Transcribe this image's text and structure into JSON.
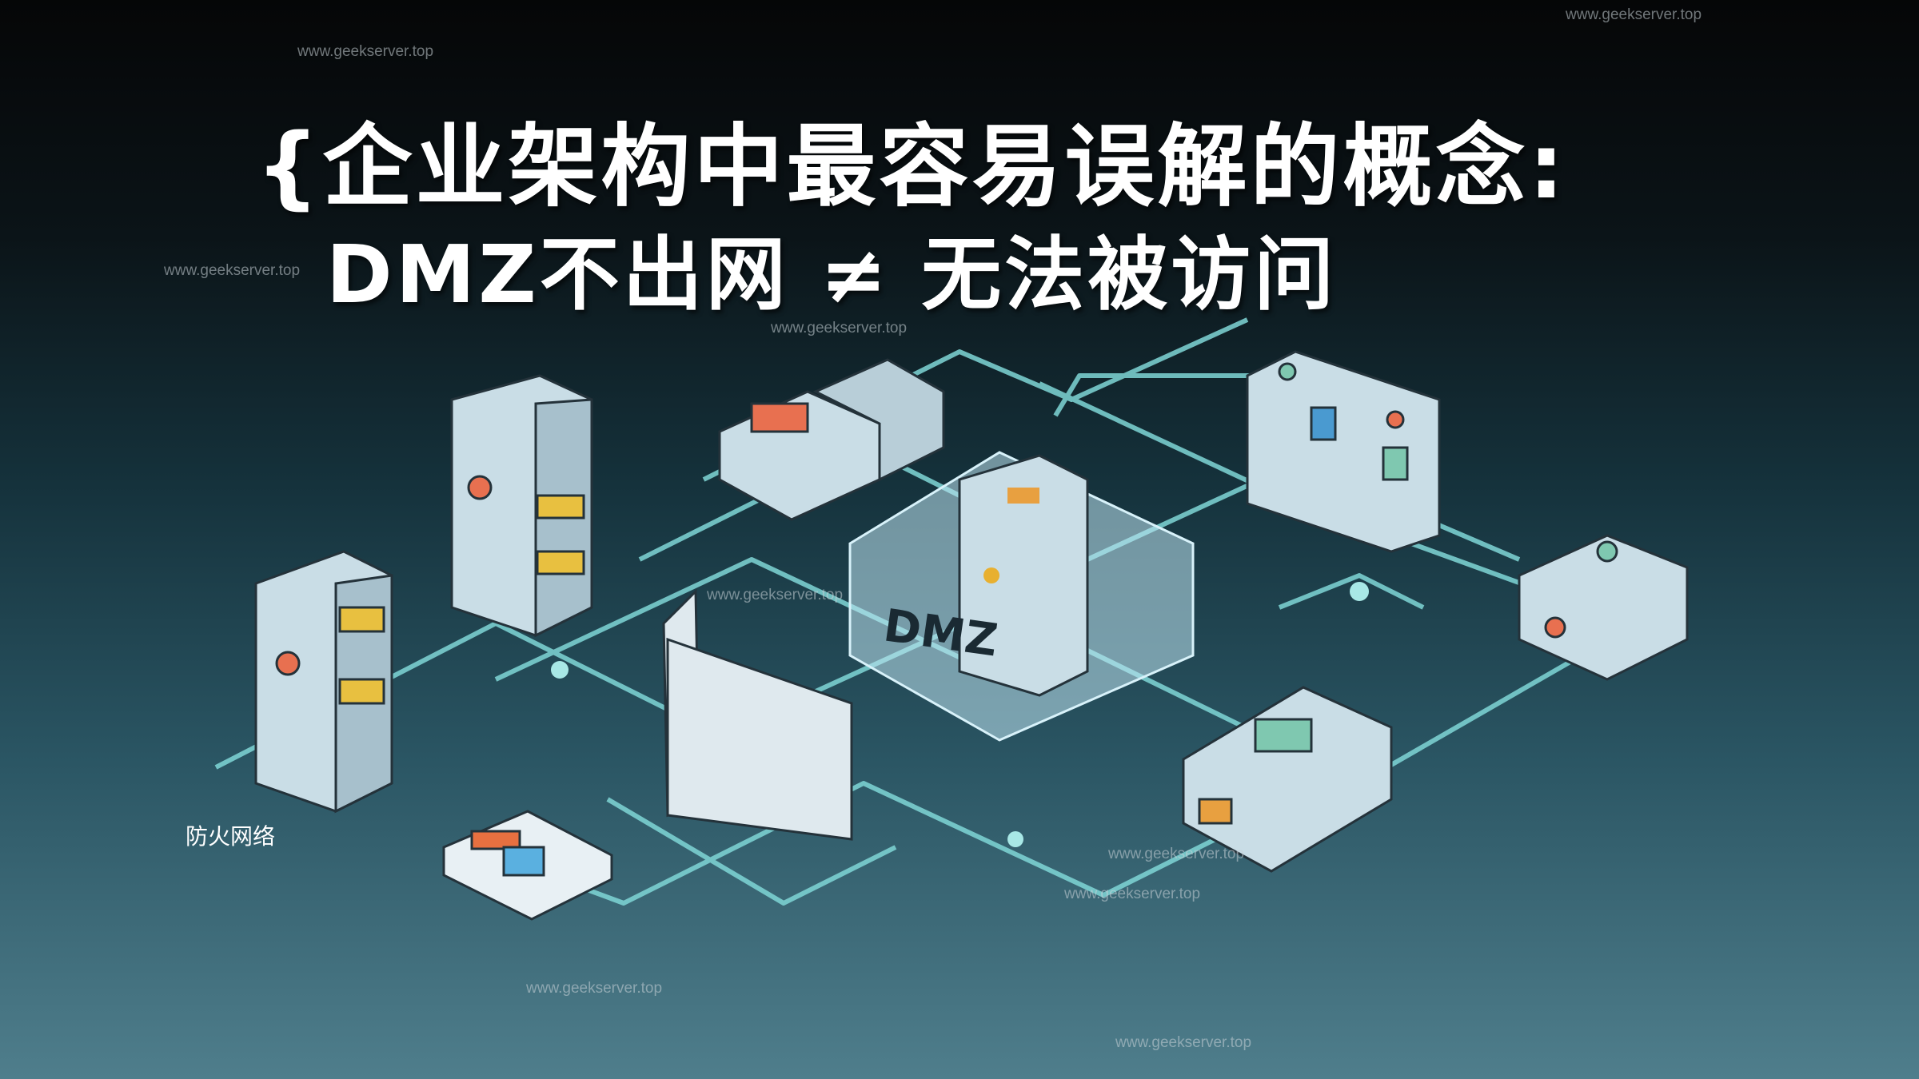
{
  "title": {
    "line1": "{企业架构中最容易误解的概念:",
    "line2": "DMZ不出网 ≠ 无法被访问"
  },
  "diagram": {
    "zone_label": "DMZ",
    "firewall_label": "防火网络",
    "line_color": "#7fd6d6",
    "device_color": "#c9dde6",
    "zone_color": "#bfe6f2"
  },
  "watermark": "www.geekserver.top"
}
